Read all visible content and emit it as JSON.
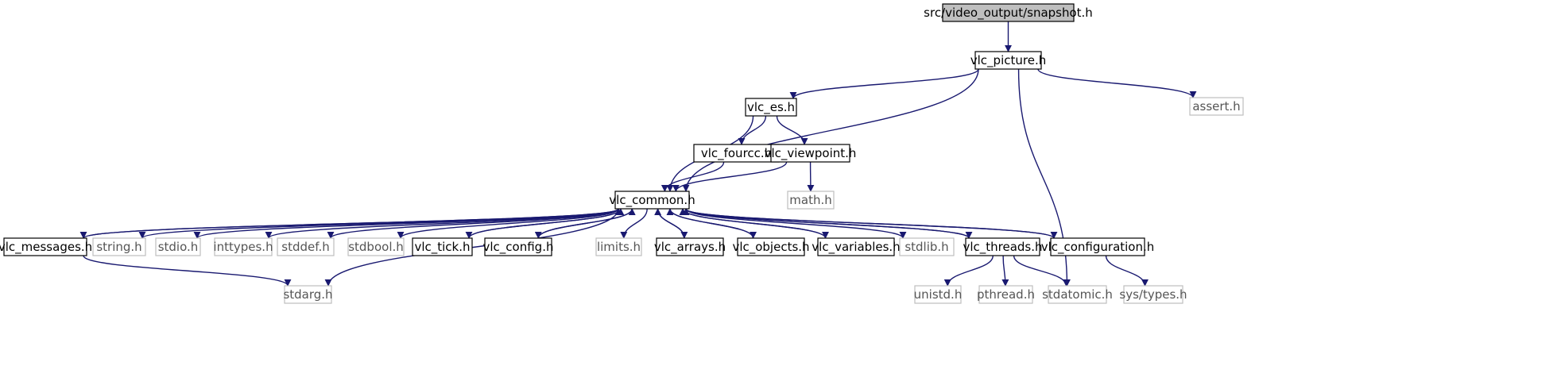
{
  "nodes": [
    {
      "id": "snapshot_h",
      "label": "src/video_output/snapshot.h",
      "kind": "root"
    },
    {
      "id": "vlc_picture_h",
      "label": "vlc_picture.h",
      "kind": "documented"
    },
    {
      "id": "vlc_es_h",
      "label": "vlc_es.h",
      "kind": "documented"
    },
    {
      "id": "assert_h",
      "label": "assert.h",
      "kind": "external"
    },
    {
      "id": "vlc_fourcc_h",
      "label": "vlc_fourcc.h",
      "kind": "documented"
    },
    {
      "id": "vlc_viewpoint_h",
      "label": "vlc_viewpoint.h",
      "kind": "documented"
    },
    {
      "id": "math_h",
      "label": "math.h",
      "kind": "external"
    },
    {
      "id": "vlc_common_h",
      "label": "vlc_common.h",
      "kind": "documented"
    },
    {
      "id": "vlc_messages_h",
      "label": "vlc_messages.h",
      "kind": "documented"
    },
    {
      "id": "string_h",
      "label": "string.h",
      "kind": "external"
    },
    {
      "id": "stdio_h",
      "label": "stdio.h",
      "kind": "external"
    },
    {
      "id": "inttypes_h",
      "label": "inttypes.h",
      "kind": "external"
    },
    {
      "id": "stddef_h",
      "label": "stddef.h",
      "kind": "external"
    },
    {
      "id": "stdbool_h",
      "label": "stdbool.h",
      "kind": "external"
    },
    {
      "id": "vlc_tick_h",
      "label": "vlc_tick.h",
      "kind": "documented"
    },
    {
      "id": "vlc_config_h",
      "label": "vlc_config.h",
      "kind": "documented"
    },
    {
      "id": "limits_h",
      "label": "limits.h",
      "kind": "external"
    },
    {
      "id": "vlc_arrays_h",
      "label": "vlc_arrays.h",
      "kind": "documented"
    },
    {
      "id": "vlc_objects_h",
      "label": "vlc_objects.h",
      "kind": "documented"
    },
    {
      "id": "vlc_variables_h",
      "label": "vlc_variables.h",
      "kind": "documented"
    },
    {
      "id": "stdlib_h",
      "label": "stdlib.h",
      "kind": "external"
    },
    {
      "id": "vlc_threads_h",
      "label": "vlc_threads.h",
      "kind": "documented"
    },
    {
      "id": "vlc_configuration_h",
      "label": "vlc_configuration.h",
      "kind": "documented"
    },
    {
      "id": "stdarg_h",
      "label": "stdarg.h",
      "kind": "external"
    },
    {
      "id": "unistd_h",
      "label": "unistd.h",
      "kind": "external"
    },
    {
      "id": "pthread_h",
      "label": "pthread.h",
      "kind": "external"
    },
    {
      "id": "stdatomic_h",
      "label": "stdatomic.h",
      "kind": "external"
    },
    {
      "id": "sys_types_h",
      "label": "sys/types.h",
      "kind": "external"
    }
  ],
  "edges": [
    [
      "snapshot_h",
      "vlc_picture_h"
    ],
    [
      "vlc_picture_h",
      "vlc_es_h"
    ],
    [
      "vlc_picture_h",
      "assert_h"
    ],
    [
      "vlc_picture_h",
      "vlc_common_h"
    ],
    [
      "vlc_picture_h",
      "stdatomic_h"
    ],
    [
      "vlc_es_h",
      "vlc_fourcc_h"
    ],
    [
      "vlc_es_h",
      "vlc_viewpoint_h"
    ],
    [
      "vlc_es_h",
      "vlc_common_h"
    ],
    [
      "vlc_fourcc_h",
      "vlc_common_h"
    ],
    [
      "vlc_viewpoint_h",
      "vlc_common_h"
    ],
    [
      "vlc_viewpoint_h",
      "math_h"
    ],
    [
      "vlc_common_h",
      "vlc_messages_h"
    ],
    [
      "vlc_common_h",
      "string_h"
    ],
    [
      "vlc_common_h",
      "stdio_h"
    ],
    [
      "vlc_common_h",
      "inttypes_h"
    ],
    [
      "vlc_common_h",
      "stddef_h"
    ],
    [
      "vlc_common_h",
      "stdbool_h"
    ],
    [
      "vlc_common_h",
      "vlc_tick_h"
    ],
    [
      "vlc_common_h",
      "vlc_config_h"
    ],
    [
      "vlc_common_h",
      "limits_h"
    ],
    [
      "vlc_common_h",
      "vlc_arrays_h"
    ],
    [
      "vlc_common_h",
      "vlc_objects_h"
    ],
    [
      "vlc_common_h",
      "vlc_variables_h"
    ],
    [
      "vlc_common_h",
      "stdlib_h"
    ],
    [
      "vlc_common_h",
      "vlc_threads_h"
    ],
    [
      "vlc_common_h",
      "vlc_configuration_h"
    ],
    [
      "vlc_common_h",
      "stdarg_h"
    ],
    [
      "vlc_messages_h",
      "vlc_common_h"
    ],
    [
      "vlc_messages_h",
      "stdarg_h"
    ],
    [
      "vlc_tick_h",
      "vlc_common_h"
    ],
    [
      "vlc_config_h",
      "vlc_common_h"
    ],
    [
      "vlc_arrays_h",
      "vlc_common_h"
    ],
    [
      "vlc_objects_h",
      "vlc_common_h"
    ],
    [
      "vlc_variables_h",
      "vlc_common_h"
    ],
    [
      "vlc_threads_h",
      "vlc_common_h"
    ],
    [
      "vlc_threads_h",
      "unistd_h"
    ],
    [
      "vlc_threads_h",
      "pthread_h"
    ],
    [
      "vlc_threads_h",
      "stdatomic_h"
    ],
    [
      "vlc_configuration_h",
      "vlc_common_h"
    ],
    [
      "vlc_configuration_h",
      "sys_types_h"
    ]
  ],
  "colors": {
    "edge": "#191970",
    "root_fill": "#bfbfbf",
    "documented_border": "#000000",
    "external_border": "#bfbfbf",
    "node_fill": "#ffffff"
  }
}
